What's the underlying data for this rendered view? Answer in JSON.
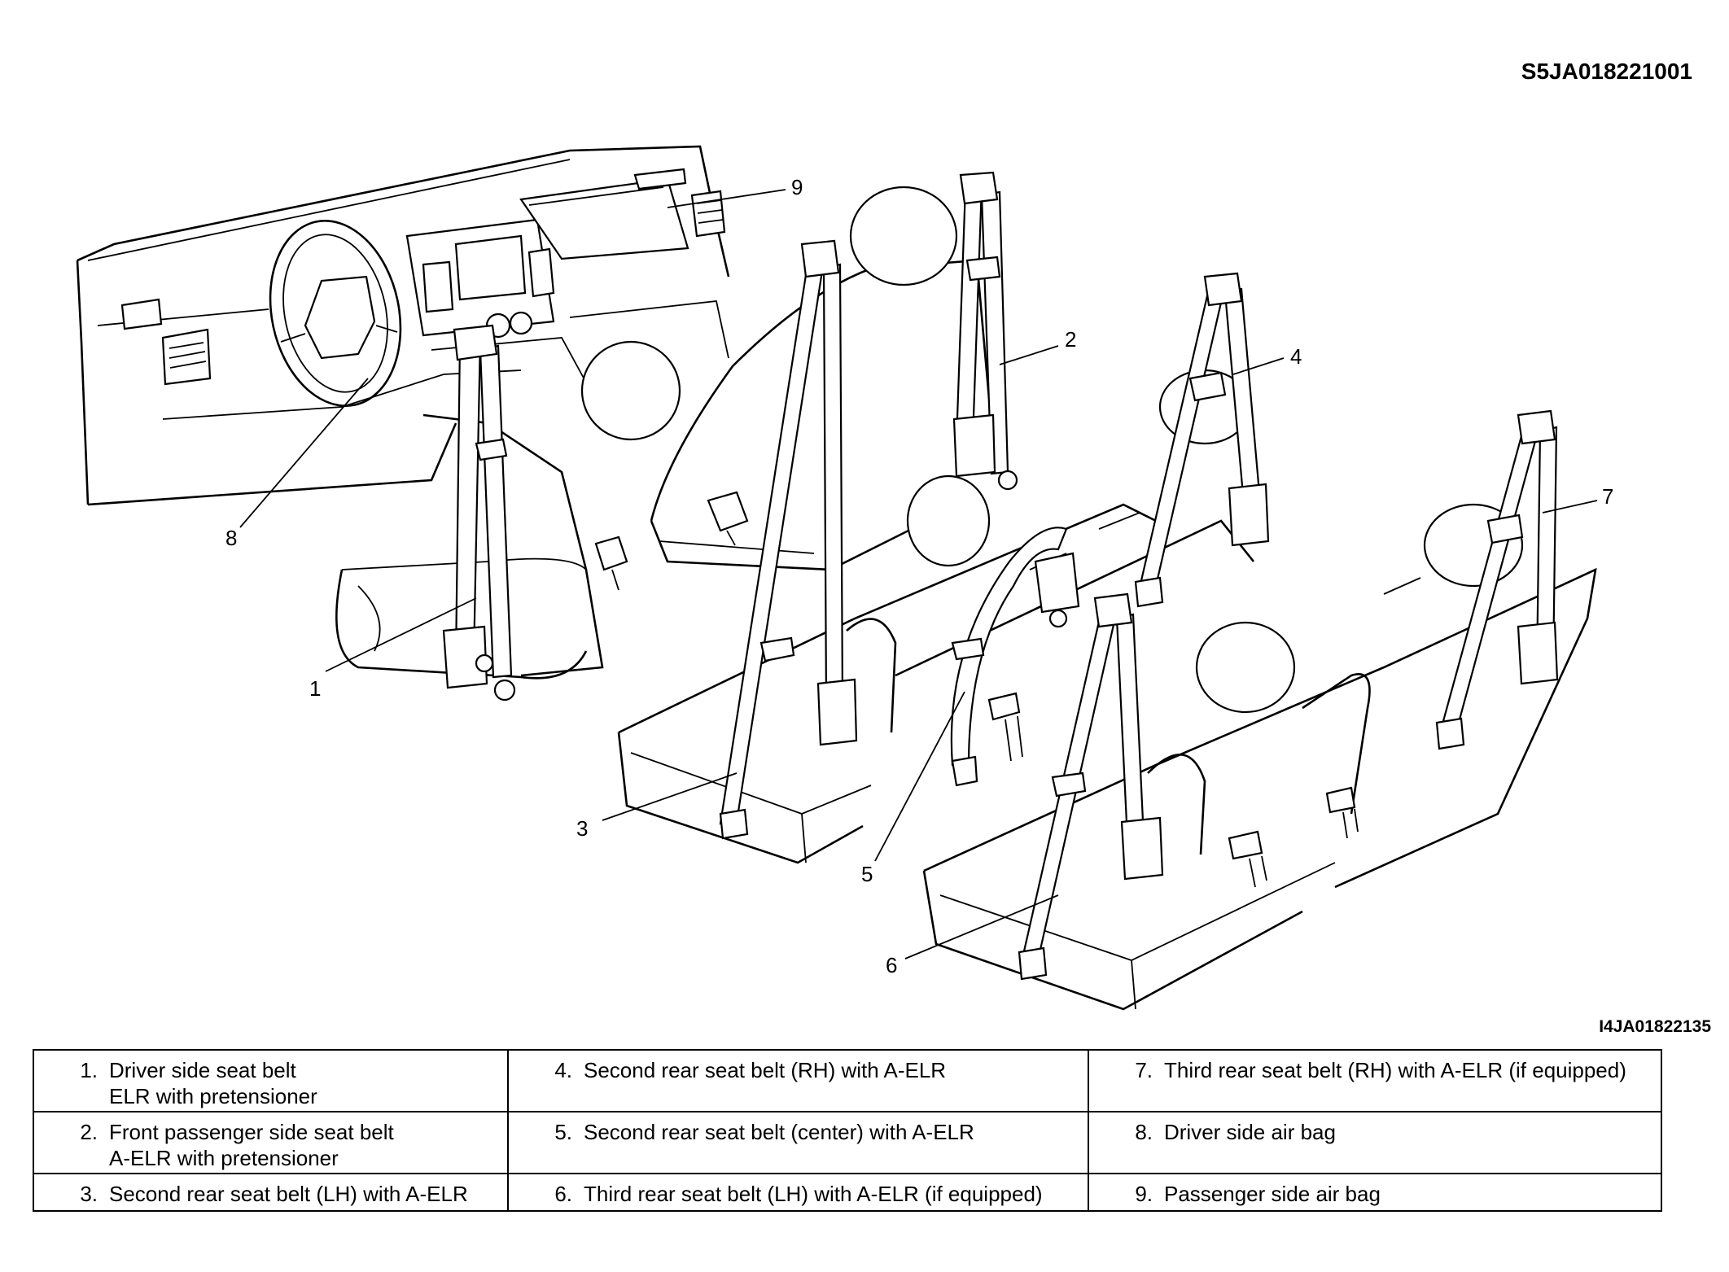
{
  "header": {
    "doc_code": "S5JA018221001"
  },
  "figure": {
    "figure_code": "I4JA01822135",
    "callouts": [
      "1",
      "2",
      "3",
      "4",
      "5",
      "6",
      "7",
      "8",
      "9"
    ]
  },
  "legend": {
    "rows": [
      [
        {
          "num": "1.",
          "text": "Driver side seat belt\nELR with pretensioner"
        },
        {
          "num": "4.",
          "text": "Second rear seat belt (RH) with A-ELR"
        },
        {
          "num": "7.",
          "text": "Third rear seat belt (RH) with A-ELR (if equipped)"
        }
      ],
      [
        {
          "num": "2.",
          "text": "Front passenger side seat belt\nA-ELR with pretensioner"
        },
        {
          "num": "5.",
          "text": "Second rear seat belt (center) with A-ELR"
        },
        {
          "num": "8.",
          "text": "Driver side air bag"
        }
      ],
      [
        {
          "num": "3.",
          "text": "Second rear seat belt (LH) with A-ELR"
        },
        {
          "num": "6.",
          "text": "Third rear seat belt (LH) with A-ELR (if equipped)"
        },
        {
          "num": "9.",
          "text": "Passenger side air bag"
        }
      ]
    ]
  }
}
